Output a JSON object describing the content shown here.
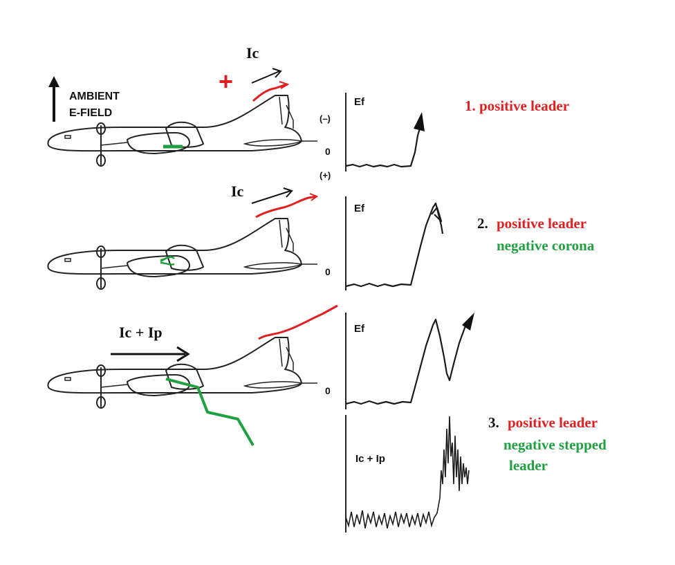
{
  "ambient_field": {
    "line1": "AMBIENT",
    "line2": "E-FIELD"
  },
  "colors": {
    "positive": "#e02020",
    "negative": "#20a040",
    "ink": "#111111"
  },
  "panel1": {
    "current_label": "Ic",
    "charge_sign": "+",
    "graph_label": "Ef",
    "tick_neg": "(–)",
    "tick_zero": "0",
    "tick_pos": "(+)",
    "caption": "1. positive leader"
  },
  "panel2": {
    "current_label": "Ic",
    "graph_label": "Ef",
    "tick_zero": "0",
    "caption_number": "2.",
    "caption_red": "positive leader",
    "caption_green": "negative corona"
  },
  "panel3": {
    "current_label": "Ic + Ip",
    "graph_label": "Ef",
    "tick_zero": "0",
    "current_graph_label": "Ic + Ip",
    "caption_number": "3.",
    "caption_red": "positive leader",
    "caption_green_1": "negative stepped",
    "caption_green_2": "leader"
  }
}
